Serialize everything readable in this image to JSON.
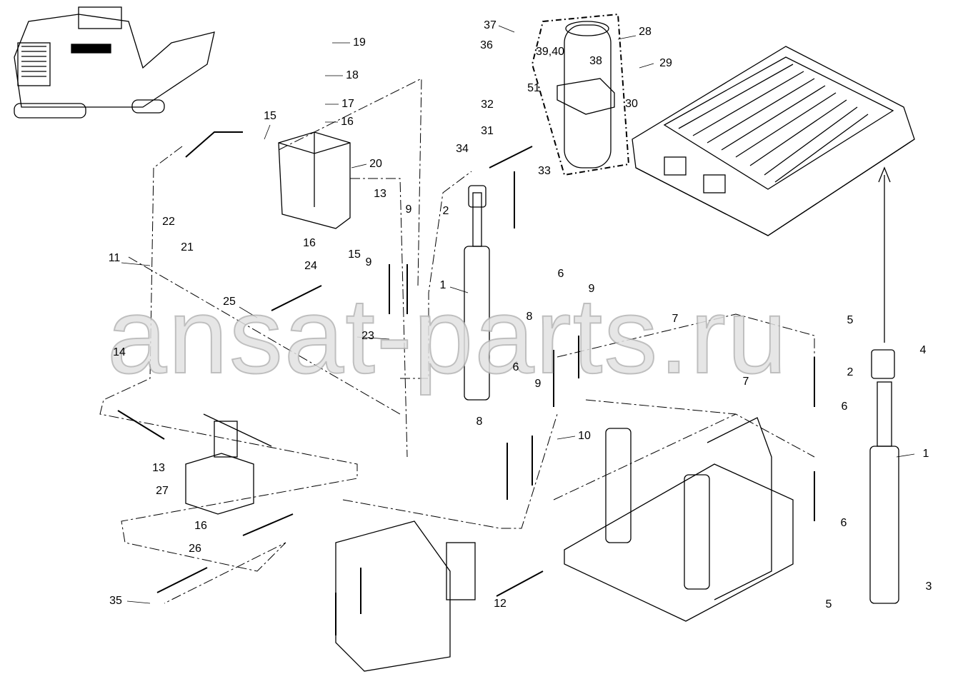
{
  "title": "Hydraulic lifting cylinder assembly - exploded parts diagram",
  "watermark": "ansat-parts.ru",
  "callouts": [
    "19",
    "18",
    "17",
    "16",
    "15",
    "20",
    "13",
    "9",
    "22",
    "21",
    "16",
    "15",
    "9",
    "24",
    "11",
    "25",
    "23",
    "14",
    "37",
    "36",
    "39,40",
    "38",
    "28",
    "29",
    "30",
    "32",
    "51",
    "31",
    "34",
    "33",
    "2",
    "1",
    "6",
    "9",
    "8",
    "7",
    "6",
    "9",
    "8",
    "10",
    "13",
    "27",
    "16",
    "26",
    "35",
    "12",
    "7",
    "5",
    "4",
    "2",
    "6",
    "1",
    "6",
    "3",
    "5"
  ],
  "colors": {
    "line": "#000000",
    "watermark": "#c8c8c8",
    "background": "#ffffff"
  }
}
